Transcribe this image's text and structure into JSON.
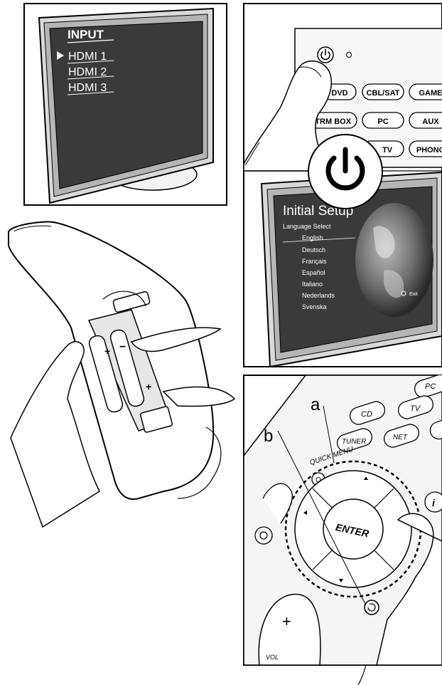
{
  "panel_input": {
    "title": "INPUT",
    "items": [
      "HDMI 1",
      "HDMI 2",
      "HDMI 3"
    ]
  },
  "panel_power": {
    "buttons": [
      "DVD",
      "CBL/SAT",
      "GAME",
      "STRM BOX",
      "PC",
      "AUX",
      "TV",
      "PHONO"
    ],
    "initial_setup": {
      "title": "Initial Setup",
      "subtitle": "Language Select",
      "languages": [
        "English",
        "Deutsch",
        "Français",
        "Español",
        "Italiano",
        "Nederlands",
        "Svenska"
      ],
      "exit_label": "Exit"
    }
  },
  "panel_remote_keys": {
    "label_a": "a",
    "label_b": "b",
    "enter_label": "ENTER",
    "quick_menu_label": "QUICK MENU",
    "keys": [
      "CD",
      "PC",
      "TV",
      "TUNER",
      "NET"
    ],
    "vol_label": "VOL"
  }
}
